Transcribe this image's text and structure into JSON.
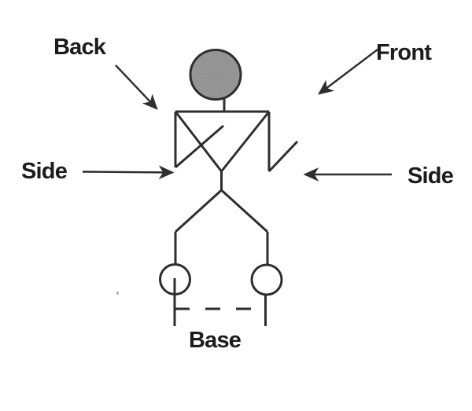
{
  "labels": {
    "back": "Back",
    "front": "Front",
    "side_left": "Side",
    "side_right": "Side",
    "base": "Base"
  },
  "colors": {
    "line": "#2e2e2e",
    "text": "#1c1c1c",
    "head_fill": "#9a9a9a",
    "background": "#ffffff"
  }
}
